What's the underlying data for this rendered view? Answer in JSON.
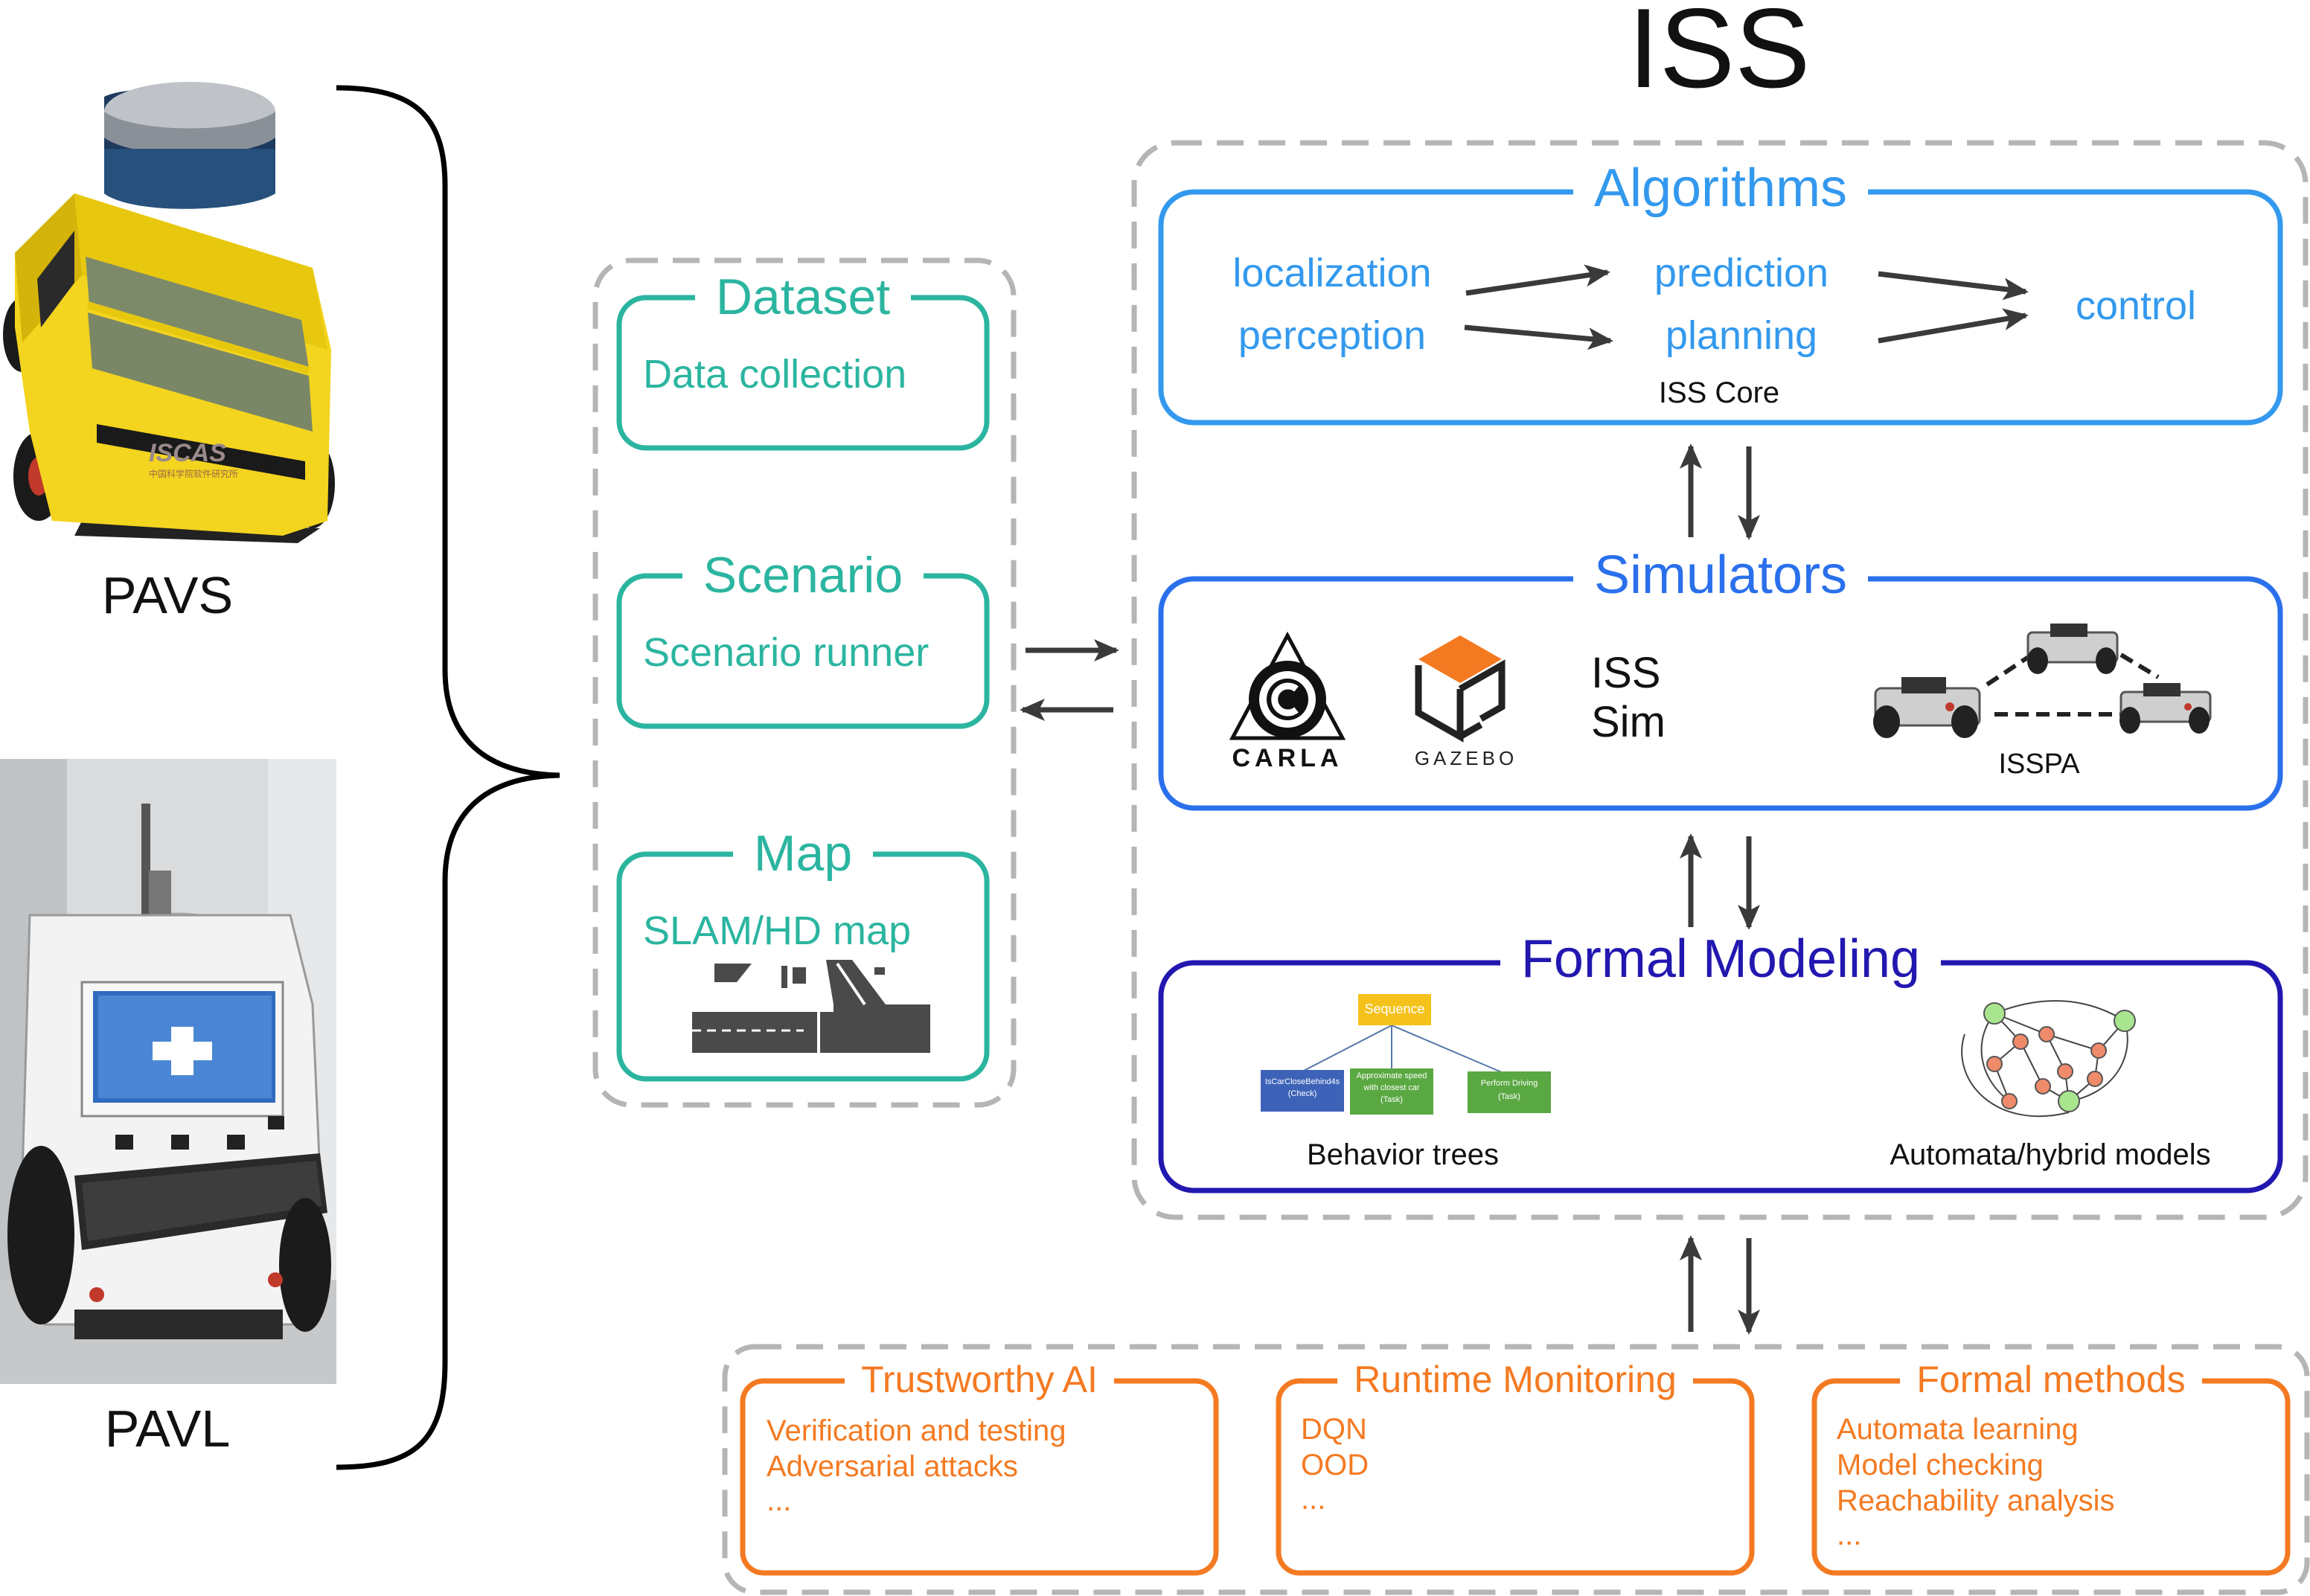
{
  "title": "ISS",
  "robots": {
    "pavs_label": "PAVS",
    "pavl_label": "PAVL",
    "pavs_logo": "ISCAS",
    "pavs_logo_subtext": "中国科学院软件研究所"
  },
  "data_group": {
    "dataset": {
      "title": "Dataset",
      "item": "Data collection"
    },
    "scenario": {
      "title": "Scenario",
      "item": "Scenario runner"
    },
    "map": {
      "title": "Map",
      "item": "SLAM/HD map"
    }
  },
  "algorithms": {
    "title": "Algorithms",
    "localization": "localization",
    "perception": "perception",
    "prediction": "prediction",
    "planning": "planning",
    "control": "control",
    "core_label": "ISS Core"
  },
  "simulators": {
    "title": "Simulators",
    "carla": "CARLA",
    "gazebo": "GAZEBO",
    "iss_sim_line1": "ISS",
    "iss_sim_line2": "Sim",
    "isspa": "ISSPA"
  },
  "formal_modeling": {
    "title": "Formal Modeling",
    "bt_sequence": "Sequence",
    "bt_check_line1": "IsCarCloseBehind4s",
    "bt_check_line2": "(Check)",
    "bt_approach_line1": "Approximate speed",
    "bt_approach_line2": "with closest car",
    "bt_approach_line3": "(Task)",
    "bt_perform_line1": "Perform Driving",
    "bt_perform_line2": "(Task)",
    "behavior_trees_label": "Behavior trees",
    "automata_label": "Automata/hybrid models"
  },
  "applications": {
    "trustworthy": {
      "title": "Trustworthy AI",
      "items": [
        "Verification and testing",
        "Adversarial attacks",
        "..."
      ]
    },
    "runtime": {
      "title": "Runtime Monitoring",
      "items": [
        "DQN",
        "OOD",
        "..."
      ]
    },
    "formal": {
      "title": "Formal methods",
      "items": [
        "Automata learning",
        "Model checking",
        "Reachability analysis",
        "..."
      ]
    }
  },
  "colors": {
    "teal": "#2bb5a0",
    "algorithms_blue": "#3399ee",
    "simulators_blue": "#2a70ec",
    "formal_navy": "#2218b0",
    "orange": "#f47a22",
    "dash_gray": "#b5b5b5",
    "arrow_gray": "#3a3a3a"
  }
}
